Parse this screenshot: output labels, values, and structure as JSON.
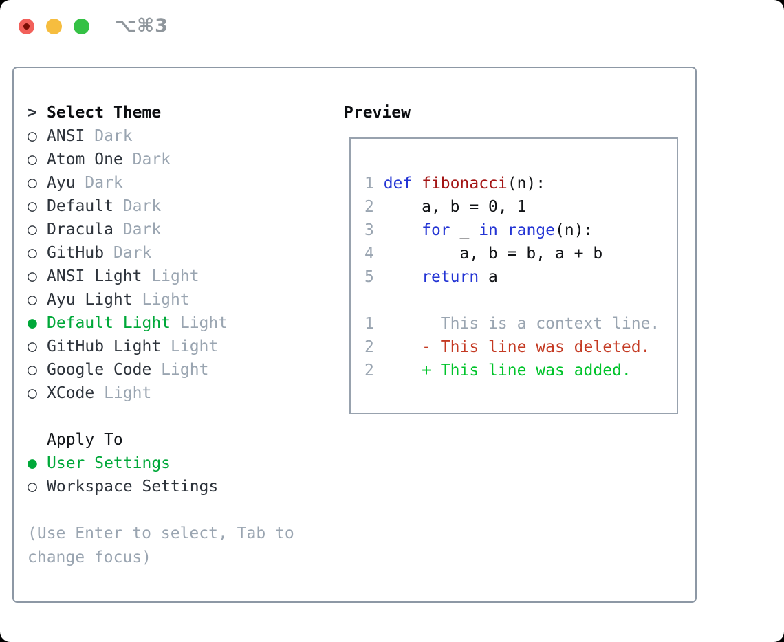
{
  "window": {
    "title": "⌥⌘3",
    "traffic_lights": [
      {
        "name": "close",
        "color": "#f2605a"
      },
      {
        "name": "minimize",
        "color": "#f6bd3f"
      },
      {
        "name": "zoom",
        "color": "#35c145"
      }
    ]
  },
  "theme_selector": {
    "heading_prefix": ">",
    "heading": "Select Theme",
    "items": [
      {
        "name": "ANSI",
        "variant": "Dark",
        "selected": false
      },
      {
        "name": "Atom One",
        "variant": "Dark",
        "selected": false
      },
      {
        "name": "Ayu",
        "variant": "Dark",
        "selected": false
      },
      {
        "name": "Default",
        "variant": "Dark",
        "selected": false
      },
      {
        "name": "Dracula",
        "variant": "Dark",
        "selected": false
      },
      {
        "name": "GitHub",
        "variant": "Dark",
        "selected": false
      },
      {
        "name": "ANSI Light",
        "variant": "Light",
        "selected": false
      },
      {
        "name": "Ayu Light",
        "variant": "Light",
        "selected": false
      },
      {
        "name": "Default Light",
        "variant": "Light",
        "selected": true
      },
      {
        "name": "GitHub Light",
        "variant": "Light",
        "selected": false
      },
      {
        "name": "Google Code",
        "variant": "Light",
        "selected": false
      },
      {
        "name": "XCode",
        "variant": "Light",
        "selected": false
      }
    ],
    "radio_unselected": "○",
    "radio_selected": "●"
  },
  "apply_to": {
    "heading": "Apply To",
    "options": [
      {
        "label": "User Settings",
        "selected": true
      },
      {
        "label": "Workspace Settings",
        "selected": false
      }
    ]
  },
  "help_text": "(Use Enter to select, Tab to change focus)",
  "preview": {
    "heading": "Preview",
    "code_lines": [
      {
        "num": "1",
        "tokens": [
          {
            "text": "def",
            "type": "keyword"
          },
          {
            "text": " ",
            "type": "plain"
          },
          {
            "text": "fibonacci",
            "type": "function"
          },
          {
            "text": "(n):",
            "type": "plain"
          }
        ]
      },
      {
        "num": "2",
        "tokens": [
          {
            "text": "    a, b = 0, 1",
            "type": "plain"
          }
        ]
      },
      {
        "num": "3",
        "tokens": [
          {
            "text": "    ",
            "type": "plain"
          },
          {
            "text": "for",
            "type": "keyword"
          },
          {
            "text": " _ ",
            "type": "plain"
          },
          {
            "text": "in",
            "type": "keyword"
          },
          {
            "text": " ",
            "type": "plain"
          },
          {
            "text": "range",
            "type": "keyword"
          },
          {
            "text": "(n):",
            "type": "plain"
          }
        ]
      },
      {
        "num": "4",
        "tokens": [
          {
            "text": "        a, b = b, a + b",
            "type": "plain"
          }
        ]
      },
      {
        "num": "5",
        "tokens": [
          {
            "text": "    ",
            "type": "plain"
          },
          {
            "text": "return",
            "type": "keyword"
          },
          {
            "text": " a",
            "type": "plain"
          }
        ]
      }
    ],
    "diff_lines": [
      {
        "num": "1",
        "type": "context",
        "text": "      This is a context line."
      },
      {
        "num": "2",
        "type": "deleted",
        "text": "    - This line was deleted."
      },
      {
        "num": "2",
        "type": "added",
        "text": "    + This line was added."
      }
    ]
  },
  "colors": {
    "text_dark": "#2d333b",
    "code_black": "#121417",
    "muted": "#9aa5b1",
    "accent_green": "#00a839",
    "keyword_blue": "#2334d4",
    "function_red": "#a31515",
    "diff_red": "#c43a23",
    "diff_green": "#00c32a",
    "panel_border": "#8d98a5",
    "box_border": "#98a2ae",
    "title_gray": "#8f969c"
  }
}
